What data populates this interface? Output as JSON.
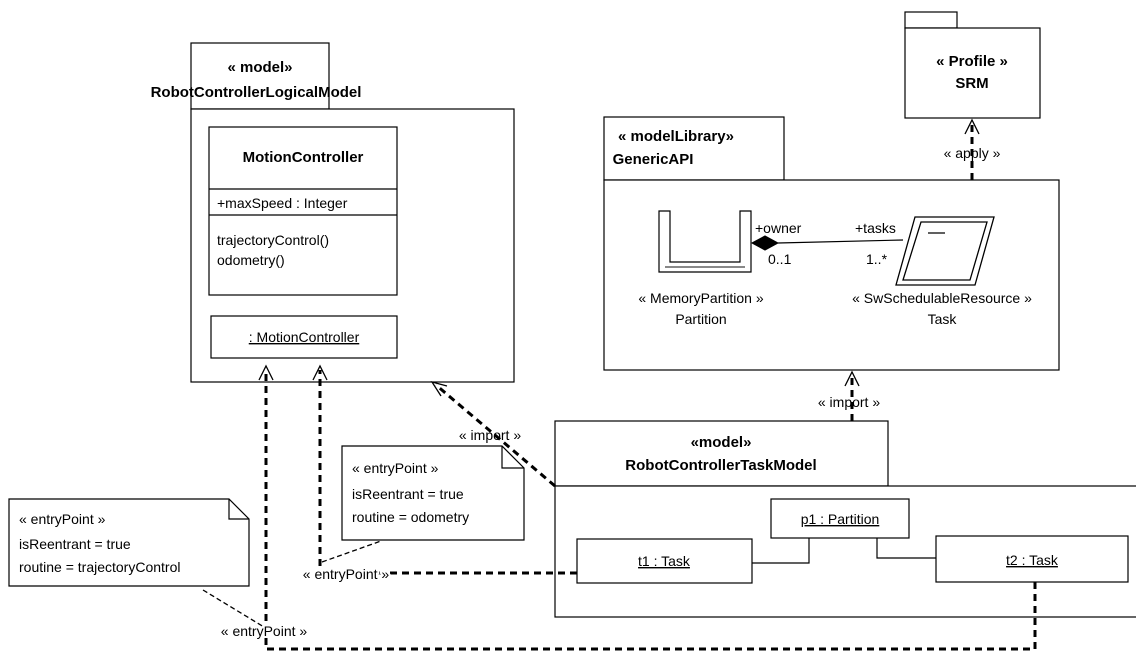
{
  "logical_model": {
    "stereotype": "« model»",
    "name": "RobotControllerLogicalModel",
    "class": {
      "name": "MotionController",
      "attribute": "+maxSpeed : Integer",
      "operations": [
        "trajectoryControl()",
        "odometry()"
      ]
    },
    "instance": ": MotionController"
  },
  "profile": {
    "stereotype": "« Profile »",
    "name": "SRM"
  },
  "apply_label": "« apply »",
  "model_library": {
    "stereotype": "« modelLibrary»",
    "name": "GenericAPI",
    "partition": {
      "stereotype": "« MemoryPartition »",
      "name": "Partition"
    },
    "task": {
      "stereotype": "« SwSchedulableResource »",
      "name": "Task"
    },
    "association": {
      "owner_role": "+owner",
      "owner_mult": "0..1",
      "tasks_role": "+tasks",
      "tasks_mult": "1..*"
    }
  },
  "import_label_library": "« import »",
  "import_label_logical": "« import »",
  "task_model": {
    "stereotype": "«model»",
    "name": "RobotControllerTaskModel",
    "p1": "p1 : Partition",
    "t1": "t1 : Task",
    "t2": "t2 : Task"
  },
  "note_odometry": {
    "stereotype": "« entryPoint »",
    "reentrant": "isReentrant = true",
    "routine": "routine = odometry"
  },
  "note_trajectory": {
    "stereotype": "« entryPoint »",
    "reentrant": "isReentrant = true",
    "routine": "routine = trajectoryControl"
  },
  "entry_label_1": "« entryPoint »",
  "entry_label_2": "« entryPoint »"
}
